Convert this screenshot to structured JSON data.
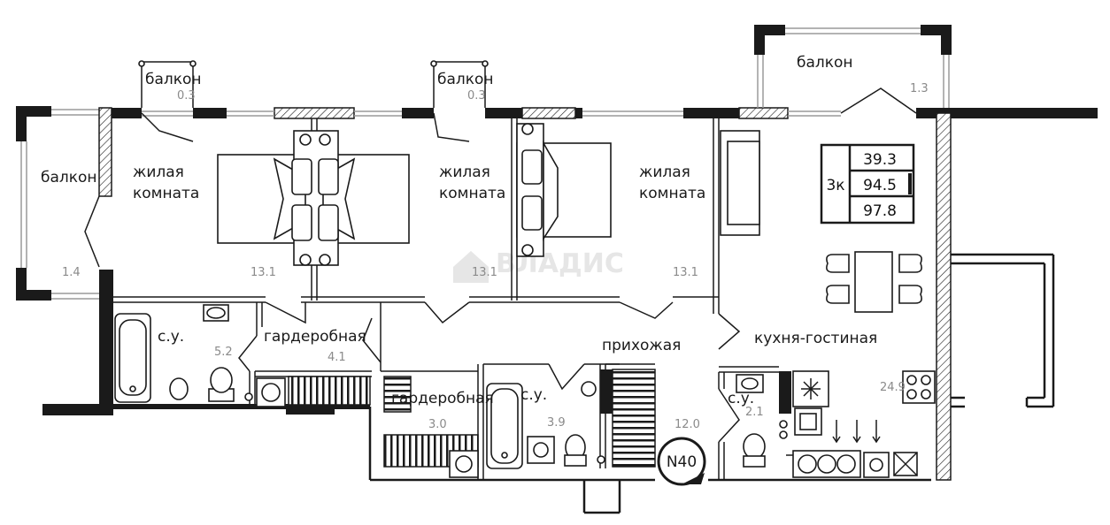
{
  "rooms": {
    "balcony_left": "балкон",
    "balcony_1": "балкон",
    "balcony_2": "балкон",
    "balcony_right": "балкон",
    "living1_line1": "жилая",
    "living1_line2": "комната",
    "living2_line1": "жилая",
    "living2_line2": "комната",
    "living3_line1": "жилая",
    "living3_line2": "комната",
    "bath1": "с.у.",
    "wardrobe1": "гардеробная",
    "hall": "прихожая",
    "kitchen": "кухня-гостиная",
    "wardrobe2": "гардеробная",
    "bath2": "с.у.",
    "bath3": "с.у."
  },
  "areas": {
    "balcony_left": "1.4",
    "balcony_1": "0.3",
    "balcony_2": "0.3",
    "balcony_right": "1.3",
    "living1": "13.1",
    "living2": "13.1",
    "living3": "13.1",
    "bath1": "5.2",
    "wardrobe1": "4.1",
    "wardrobe2": "3.0",
    "bath2": "3.9",
    "hall": "12.0",
    "bath3": "2.1",
    "kitchen": "24.9"
  },
  "summary_table": {
    "rooms_label": "3к",
    "living_area": "39.3",
    "total_area": "94.5",
    "total_with_balcony": "97.8"
  },
  "apartment_number": "N40",
  "watermark": "ВЛАДИС"
}
